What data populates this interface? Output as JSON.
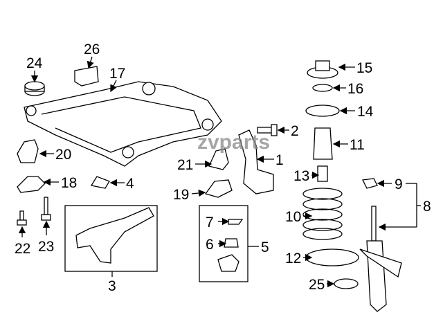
{
  "diagram": {
    "title": "Front suspension parts diagram",
    "watermark": "zvparts",
    "callouts": {
      "p1": "1",
      "p2": "2",
      "p3": "3",
      "p4": "4",
      "p5": "5",
      "p6": "6",
      "p7": "7",
      "p8": "8",
      "p9": "9",
      "p10": "10",
      "p11": "11",
      "p12": "12",
      "p13": "13",
      "p14": "14",
      "p15": "15",
      "p16": "16",
      "p17": "17",
      "p18": "18",
      "p19": "19",
      "p20": "20",
      "p21": "21",
      "p22": "22",
      "p23": "23",
      "p24": "24",
      "p25": "25",
      "p26": "26"
    }
  }
}
